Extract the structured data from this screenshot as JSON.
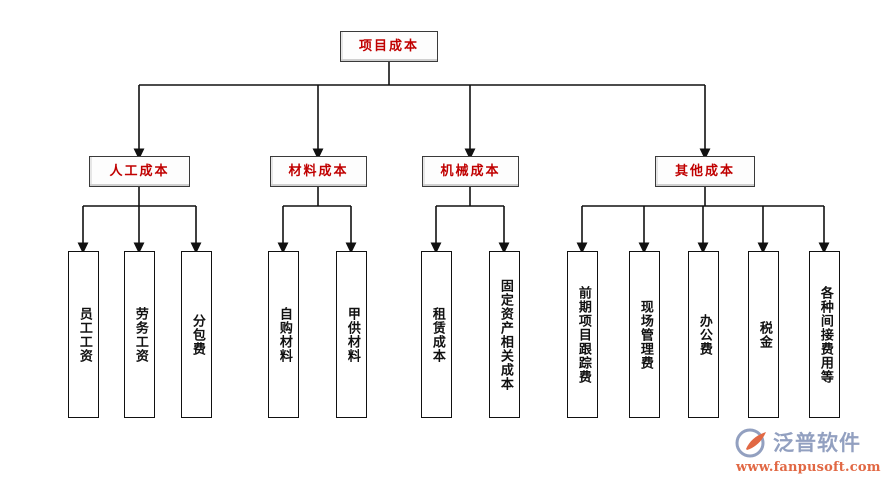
{
  "diagram": {
    "title": "项目成本",
    "type": "tree-hierarchy",
    "colors": {
      "node_text_top": "#c00000",
      "node_text_leaf": "#111111",
      "border": "#1a1a1a",
      "background": "#ffffff",
      "watermark_name": "#8d9bbd",
      "watermark_url": "#e0603a"
    }
  },
  "root": {
    "label": "项目成本"
  },
  "branches": [
    {
      "label": "人工成本",
      "children": [
        {
          "label": "员工工资"
        },
        {
          "label": "劳务工资"
        },
        {
          "label": "分包费"
        }
      ]
    },
    {
      "label": "材料成本",
      "children": [
        {
          "label": "自购材料"
        },
        {
          "label": "甲供材料"
        }
      ]
    },
    {
      "label": "机械成本",
      "children": [
        {
          "label": "租赁成本"
        },
        {
          "label": "固定资产相关成本"
        }
      ]
    },
    {
      "label": "其他成本",
      "children": [
        {
          "label": "前期项目跟踪费"
        },
        {
          "label": "现场管理费"
        },
        {
          "label": "办公费"
        },
        {
          "label": "税金"
        },
        {
          "label": "各种间接费用等"
        }
      ]
    }
  ],
  "watermark": {
    "name": "泛普软件",
    "url": "www.fanpusoft.com"
  }
}
